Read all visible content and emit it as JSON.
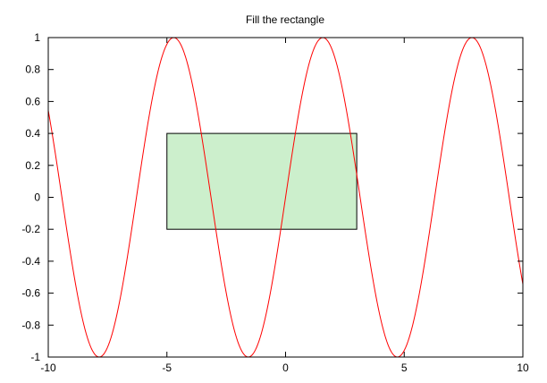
{
  "chart_data": {
    "type": "line",
    "title": "Fill the rectangle",
    "xlabel": "",
    "ylabel": "",
    "xlim": [
      -10,
      10
    ],
    "ylim": [
      -1,
      1
    ],
    "grid": false,
    "legend": "none",
    "x_ticks": [
      -10,
      -5,
      0,
      5,
      10
    ],
    "x_tick_labels": [
      "-10",
      "-5",
      "0",
      "5",
      "10"
    ],
    "y_ticks": [
      -1,
      -0.8,
      -0.6,
      -0.4,
      -0.2,
      0,
      0.2,
      0.4,
      0.6,
      0.8,
      1
    ],
    "y_tick_labels": [
      "-1",
      "-0.8",
      "-0.6",
      "-0.4",
      "-0.2",
      "0",
      "0.2",
      "0.4",
      "0.6",
      "0.8",
      "1"
    ],
    "series": [
      {
        "function": "sin(x)",
        "color": "#ff0000",
        "samples": 401
      }
    ],
    "annotations": [
      {
        "type": "rectangle",
        "x": [
          -5,
          3
        ],
        "y": [
          -0.2,
          0.4
        ],
        "fill": "#ccefcc",
        "stroke": "#000000"
      }
    ]
  }
}
